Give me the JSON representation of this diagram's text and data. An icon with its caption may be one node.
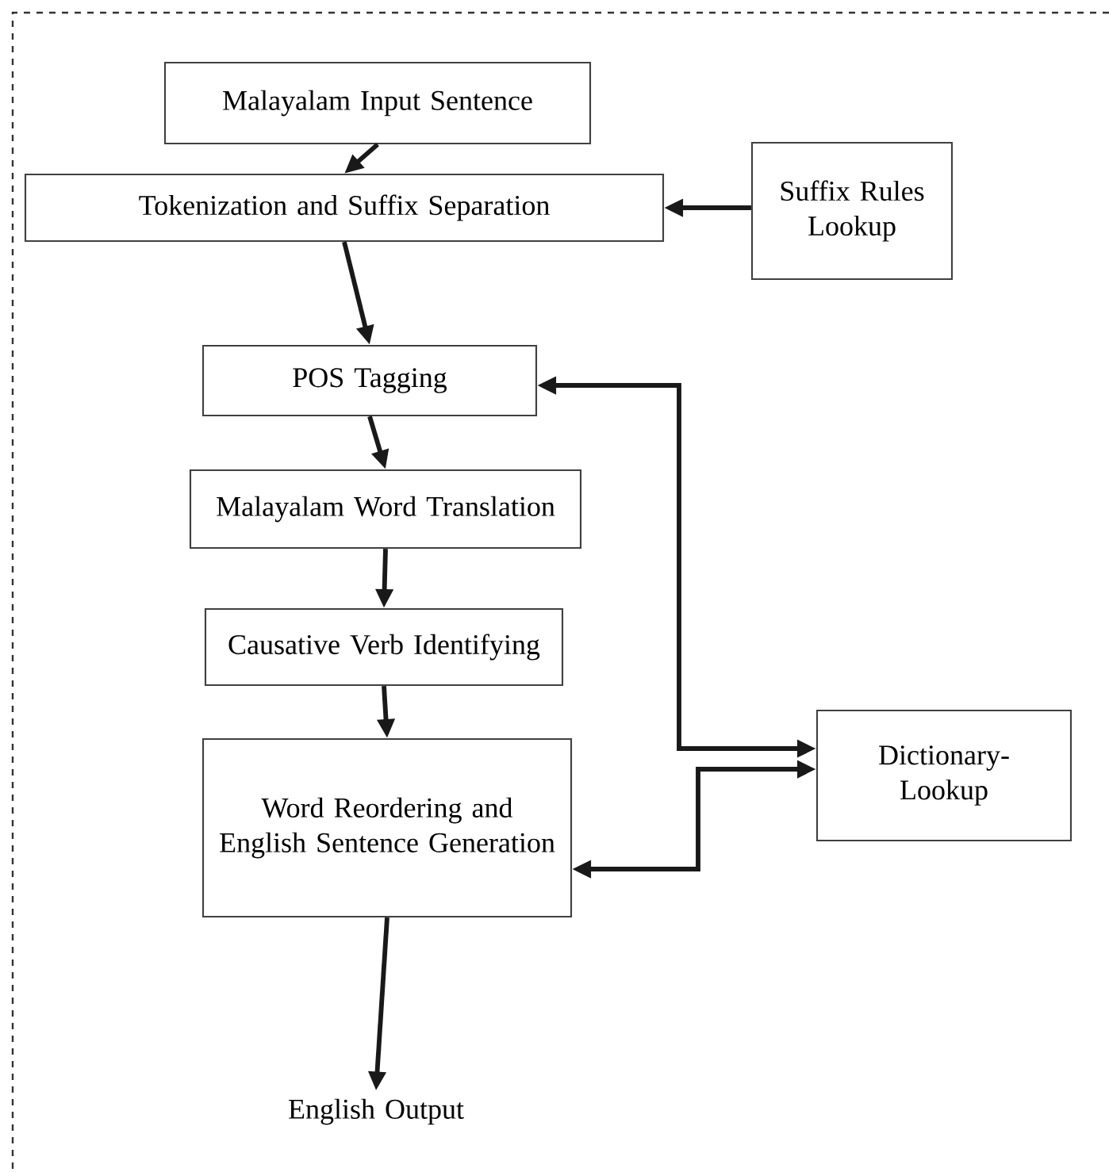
{
  "diagram": {
    "nodes": [
      {
        "text": [
          "Malayalam Input Sentence"
        ]
      },
      {
        "text": [
          "Tokenization and Suffix Separation"
        ]
      },
      {
        "text": [
          "Suffix Rules Lookup"
        ]
      },
      {
        "text": [
          "POS Tagging"
        ]
      },
      {
        "text": [
          "Malayalam Word Translation"
        ]
      },
      {
        "text": [
          "Causative Verb Identifying"
        ]
      },
      {
        "text": [
          "Word Reordering and English Sentence Generation"
        ]
      },
      {
        "text": [
          "English Output"
        ]
      },
      {
        "text": [
          "Dictionary- Lookup"
        ]
      }
    ],
    "edges": [
      {
        "from": 0,
        "to": 1,
        "arrow": "to"
      },
      {
        "from": 2,
        "to": 1,
        "arrow": "to"
      },
      {
        "from": 1,
        "to": 3,
        "arrow": "to"
      },
      {
        "from": 3,
        "to": 4,
        "arrow": "to"
      },
      {
        "from": 4,
        "to": 5,
        "arrow": "to"
      },
      {
        "from": 5,
        "to": 6,
        "arrow": "to"
      },
      {
        "from": 6,
        "to": 7,
        "arrow": "to"
      },
      {
        "from": 3,
        "to": 8,
        "arrow": "both"
      },
      {
        "from": 6,
        "to": 8,
        "arrow": "both"
      }
    ]
  }
}
